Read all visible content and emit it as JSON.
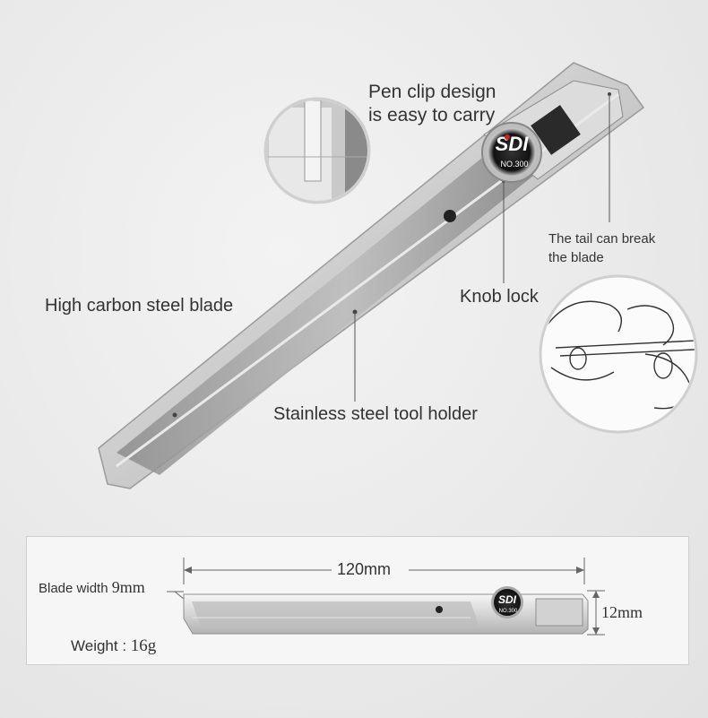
{
  "callouts": {
    "pen_clip": [
      "Pen clip design",
      "is easy to carry"
    ],
    "tail_break": [
      "The tail can break",
      "the blade"
    ],
    "knob_lock": "Knob lock",
    "blade": "High carbon steel blade",
    "holder": "Stainless steel tool holder"
  },
  "knife_branding": {
    "brand": "SDI",
    "model": "NO.300"
  },
  "specs": {
    "length": "120mm",
    "blade_width_label": "Blade width",
    "blade_width_value": "9mm",
    "height": "12mm",
    "weight_label": "Weight",
    "weight_value": "16g"
  },
  "colors": {
    "steel": "#d9d9d9",
    "line": "#555555",
    "accent_red": "#c0282a"
  }
}
